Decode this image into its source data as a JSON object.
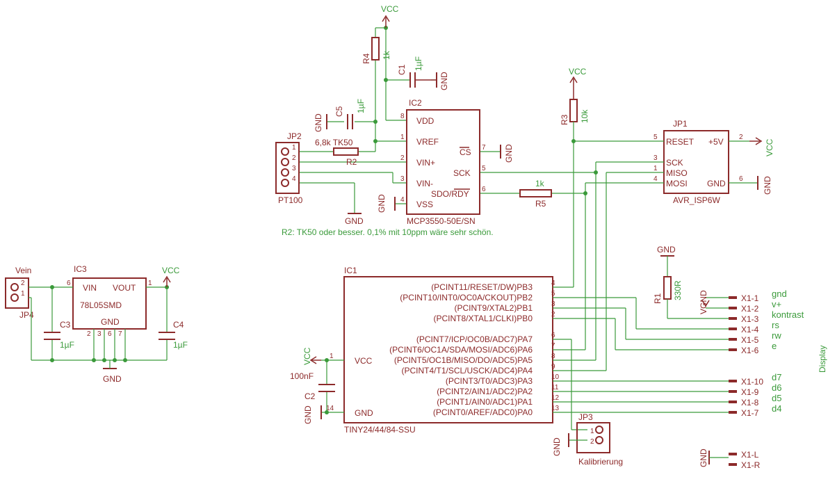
{
  "domain": "Diagram",
  "colors": {
    "component": "#8c2a2a",
    "wire": "#3a9a3a",
    "background": "#ffffff"
  },
  "nets": {
    "vcc": "VCC",
    "gnd": "GND"
  },
  "ic2": {
    "name": "IC2",
    "value": "MCP3550-50E/SN",
    "pins": {
      "vdd": "VDD",
      "vref": "VREF",
      "vin_p": "VIN+",
      "vin_n": "VIN-",
      "vss": "VSS",
      "cs": "CS",
      "sck": "SCK",
      "sdo": "SDO/RDY"
    },
    "nums": {
      "vdd": "8",
      "vref": "1",
      "vin_p": "2",
      "vin_n": "3",
      "vss": "4",
      "cs": "7",
      "sck": "5",
      "sdo": "6"
    }
  },
  "r4": {
    "name": "R4",
    "value": "1k"
  },
  "c1": {
    "name": "C1",
    "value": "1µF"
  },
  "c5": {
    "name": "C5",
    "value": "1µF"
  },
  "r2": {
    "name": "R2",
    "value": "6,8k TK50"
  },
  "jp2": {
    "name": "JP2",
    "value": "PT100",
    "pins": [
      "1",
      "2",
      "3",
      "4"
    ]
  },
  "r3": {
    "name": "R3",
    "value": "10k"
  },
  "r5": {
    "name": "R5",
    "value": "1k"
  },
  "jp1": {
    "name": "JP1",
    "value": "AVR_ISP6W",
    "pins": {
      "reset": "RESET",
      "v5": "+5V",
      "sck": "SCK",
      "miso": "MISO",
      "mosi": "MOSI",
      "gnd": "GND"
    },
    "nums": {
      "reset": "5",
      "v5": "2",
      "sck": "3",
      "miso": "1",
      "mosi": "4",
      "gnd": "6"
    }
  },
  "note": "R2: TK50 oder besser. 0,1% mit 10ppm wäre sehr schön.",
  "ic3": {
    "name": "IC3",
    "value": "78L05SMD",
    "pins": {
      "vin": "VIN",
      "vout": "VOUT",
      "gnd": "GND"
    },
    "nums": {
      "vin": "6",
      "vout": "1",
      "g1": "2",
      "g2": "3",
      "g3": "6",
      "g4": "7"
    }
  },
  "jp4": {
    "name": "JP4",
    "label": "Vein",
    "pins": [
      "2",
      "1"
    ]
  },
  "c3": {
    "name": "C3",
    "value": "1µF"
  },
  "c4": {
    "name": "C4",
    "value": "1µF"
  },
  "c2": {
    "name": "C2",
    "value": "100nF"
  },
  "ic1": {
    "name": "IC1",
    "value": "TINY24/44/84-SSU",
    "left": {
      "vcc": "VCC",
      "gnd": "GND",
      "vcc_num": "1",
      "gnd_num": "14"
    },
    "right": [
      {
        "label": "(PCINT11/RESET/DW)PB3",
        "num": "4"
      },
      {
        "label": "(PCINT10/INT0/OC0A/CKOUT)PB2",
        "num": "5"
      },
      {
        "label": "(PCINT9/XTAL2)PB1",
        "num": "3"
      },
      {
        "label": "(PCINT8/XTAL1/CLKI)PB0",
        "num": "2"
      },
      {
        "label": "(PCINT7/ICP/OC0B/ADC7)PA7",
        "num": "6"
      },
      {
        "label": "(PCINT6/OC1A/SDA/MOSI/ADC6)PA6",
        "num": "7"
      },
      {
        "label": "(PCINT5/OC1B/MISO/DO/ADC5)PA5",
        "num": "8"
      },
      {
        "label": "(PCINT4/T1/SCL/USCK/ADC4)PA4",
        "num": "9"
      },
      {
        "label": "(PCINT3/T0/ADC3)PA3",
        "num": "10"
      },
      {
        "label": "(PCINT2/AIN1/ADC2)PA2",
        "num": "11"
      },
      {
        "label": "(PCINT1/AIN0/ADC1)PA1",
        "num": "12"
      },
      {
        "label": "(PCINT0/AREF/ADC0)PA0",
        "num": "13"
      }
    ]
  },
  "r1": {
    "name": "R1",
    "value": "330R"
  },
  "vgnd": "VGND",
  "jp3": {
    "name": "JP3",
    "value": "Kalibrierung",
    "pins": [
      "1",
      "2"
    ]
  },
  "display": {
    "title": "Display",
    "pins": [
      {
        "pad": "X1-1",
        "signal": "gnd"
      },
      {
        "pad": "X1-2",
        "signal": "v+"
      },
      {
        "pad": "X1-3",
        "signal": "kontrast"
      },
      {
        "pad": "X1-4",
        "signal": "rs"
      },
      {
        "pad": "X1-5",
        "signal": "rw"
      },
      {
        "pad": "X1-6",
        "signal": "e"
      },
      {
        "pad": "X1-10",
        "signal": "d7"
      },
      {
        "pad": "X1-9",
        "signal": "d6"
      },
      {
        "pad": "X1-8",
        "signal": "d5"
      },
      {
        "pad": "X1-7",
        "signal": "d4"
      },
      {
        "pad": "X1-L",
        "signal": ""
      },
      {
        "pad": "X1-R",
        "signal": ""
      }
    ]
  }
}
